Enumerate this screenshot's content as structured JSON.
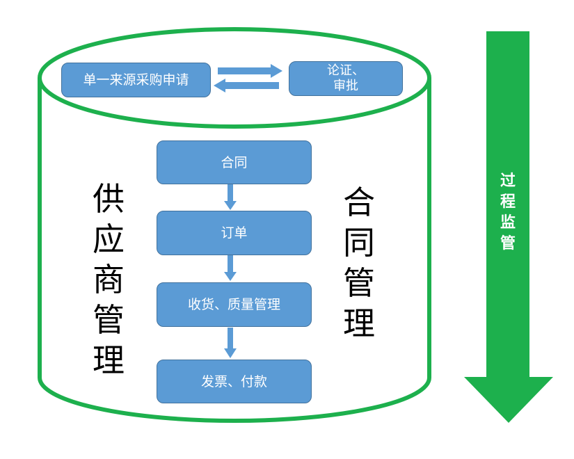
{
  "colors": {
    "cylinder_stroke": "#1db04d",
    "box_fill": "#5b9bd5",
    "box_border": "#41719c",
    "monitor_arrow": "#1db04d"
  },
  "top": {
    "apply": "单一来源采购申请",
    "review_line1": "论证、",
    "review_line2": "审批"
  },
  "flow": {
    "contract": "合同",
    "order": "订单",
    "receiving": "收货、质量管理",
    "invoice": "发票、付款"
  },
  "left_label": [
    "供",
    "应",
    "商",
    "管",
    "理"
  ],
  "right_label": [
    "合",
    "同",
    "管",
    "理"
  ],
  "process_arrow_label": [
    "过",
    "程",
    "监",
    "管"
  ]
}
